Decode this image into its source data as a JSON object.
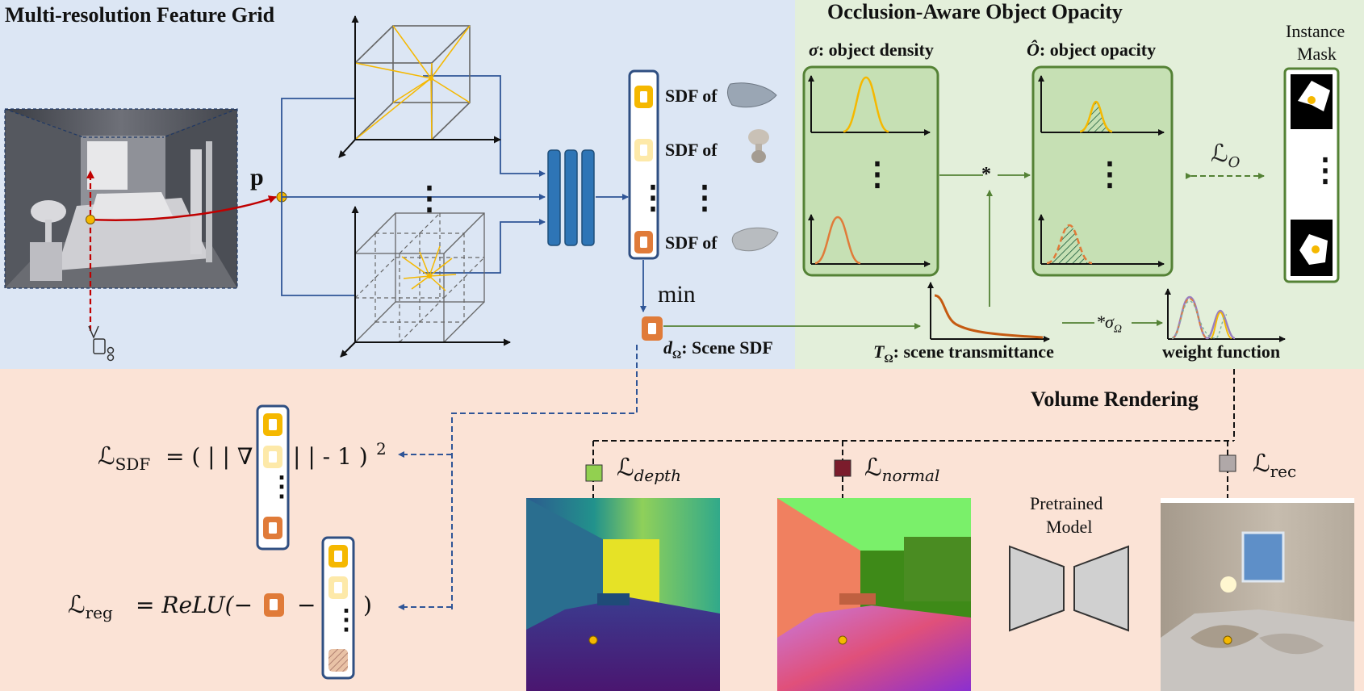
{
  "sections": {
    "feature_grid": "Multi-resolution Feature Grid",
    "opacity": "Occlusion-Aware Object Opacity",
    "volume": "Volume Rendering"
  },
  "point_label": "p",
  "sdf_labels": [
    "SDF of",
    "SDF of",
    "SDF of"
  ],
  "min_label": "min",
  "scene_sdf": {
    "sym": "d",
    "sub": "Ω",
    "text": ": Scene SDF"
  },
  "density": {
    "sym": "σ",
    "text": ": object density"
  },
  "opacity_panel": {
    "sym": "Ô",
    "text": ": object opacity"
  },
  "instance_mask": [
    "Instance",
    "Mask"
  ],
  "loss_o": {
    "sym": "ℒ",
    "sub": "O"
  },
  "star": "*",
  "star_sigma": {
    "text": "*σ",
    "sub": "Ω"
  },
  "transmittance": {
    "sym": "T",
    "sub": "Ω",
    "text": ": scene transmittance"
  },
  "weight": "weight function",
  "losses": {
    "depth": {
      "sym": "ℒ",
      "sub": "depth"
    },
    "normal": {
      "sym": "ℒ",
      "sub": "normal"
    },
    "rec": {
      "sym": "ℒ",
      "sub": "rec"
    }
  },
  "pretrained": [
    "Pretrained",
    "Model"
  ],
  "eq_sdf": {
    "lhs": "ℒ",
    "sub": "SDF",
    "a": "= ( | | ∇",
    "b": "| | - 1 )",
    "sup": "2"
  },
  "eq_reg": {
    "lhs": "ℒ",
    "sub": "reg",
    "a": "= ReLU(−",
    "b": "−",
    "c": ")"
  },
  "vdots": "⋮",
  "colors": {
    "blue_bg": "#dce6f4",
    "green_bg": "#e3efda",
    "peach_bg": "#fbe3d6",
    "arrow_blue": "#2f5597",
    "arrow_green": "#548235",
    "arrow_red": "#c00000",
    "yellow": "#f5b800",
    "orange": "#e07b39",
    "light_yellow": "#fde9a9",
    "depth_marker": "#92d050",
    "normal_marker": "#7b1c2c",
    "rec_marker": "#b0a8a8"
  }
}
